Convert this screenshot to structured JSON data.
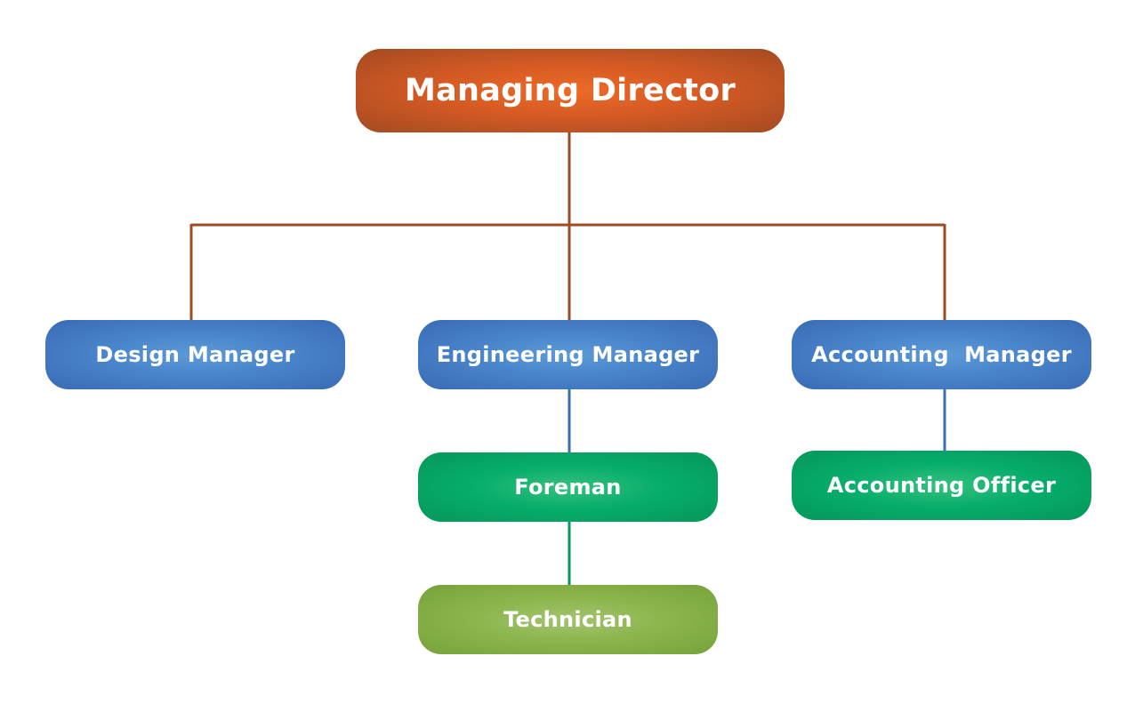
{
  "diagram": {
    "nodes": {
      "managing_director": "Managing Director",
      "design_manager": "Design Manager",
      "engineering_manager": "Engineering Manager",
      "accounting_manager": "Accounting  Manager",
      "foreman": "Foreman",
      "accounting_officer": "Accounting Officer",
      "technician": "Technician"
    },
    "colors": {
      "director_fill": "#e0621f",
      "manager_fill": "#4a86cc",
      "staff_fill": "#06ad6b",
      "technician_fill": "#8ab64c",
      "director_connector": "#a04a22",
      "manager_connector": "#3d6fb8",
      "staff_connector": "#0a9a5e"
    }
  }
}
